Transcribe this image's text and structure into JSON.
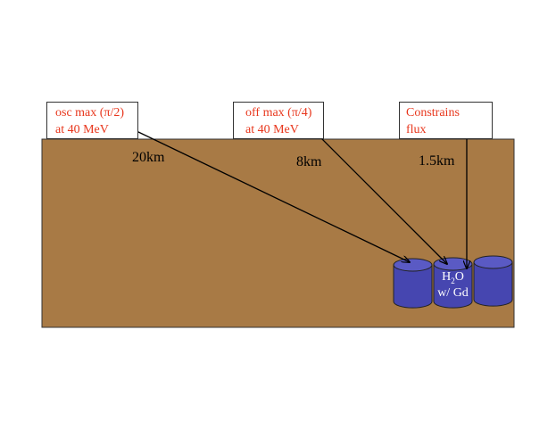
{
  "colors": {
    "ground": "#a87a45",
    "tank": "#4646b0",
    "tank_top": "#5a5ac4",
    "label_text": "#e8361c",
    "arrow": "#000000"
  },
  "labels": [
    {
      "line1": "osc max (π/2)",
      "line2": "at 40 MeV"
    },
    {
      "line1": "off max (π/4)",
      "line2": "at 40 MeV"
    },
    {
      "line1": "Constrains",
      "line2": "flux"
    }
  ],
  "distances": [
    "20km",
    "8km",
    "1.5km"
  ],
  "detector": {
    "formula_main": "H",
    "formula_sub": "2",
    "formula_end": "O",
    "dopant": "w/ Gd"
  }
}
